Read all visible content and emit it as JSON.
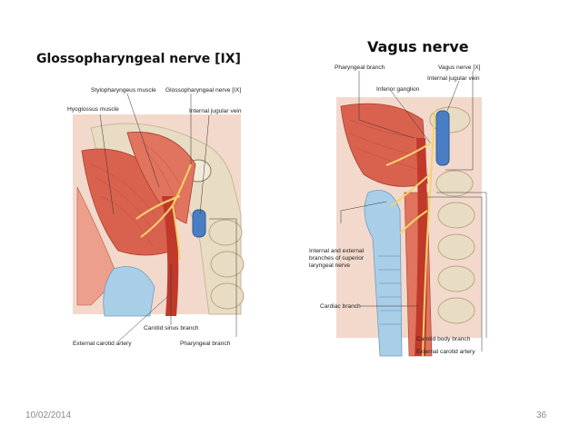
{
  "slide": {
    "left_title": "Glossopharyngeal nerve [IX]",
    "right_title": "Vagus nerve",
    "footer_date": "10/02/2014",
    "footer_page": "36"
  },
  "left_figure": {
    "labels": {
      "stylopharyngeus": "Stylopharyngeus muscle",
      "glossopharyngeal": "Glossopharyngeal nerve [IX]",
      "hyoglossus": "Hyoglossus muscle",
      "ijv": "Internal jugular vein",
      "carotid_sinus": "Carotid sinus branch",
      "external_carotid": "External carotid artery",
      "pharyngeal": "Pharyngeal branch"
    }
  },
  "right_figure": {
    "labels": {
      "pharyngeal": "Pharyngeal branch",
      "vagus": "Vagus nerve [X]",
      "ijv": "Internal jugular vein",
      "inferior_ganglion": "Inferior ganglion",
      "laryngeal_1": "Internal and external",
      "laryngeal_2": "branches of superior",
      "laryngeal_3": "laryngeal nerve",
      "cardiac": "Cardiac branch",
      "carotid_body": "Carotid body branch",
      "external_carotid": "External carotid artery"
    }
  },
  "colors": {
    "muscle": "#d9624f",
    "muscle_light": "#ec9f8a",
    "bone": "#e8dcc4",
    "bone_shadow": "#c8b89a",
    "vein": "#4a7ec4",
    "cartilage": "#a9cfe8",
    "artery": "#c0392b",
    "nerve": "#f3d36b"
  }
}
